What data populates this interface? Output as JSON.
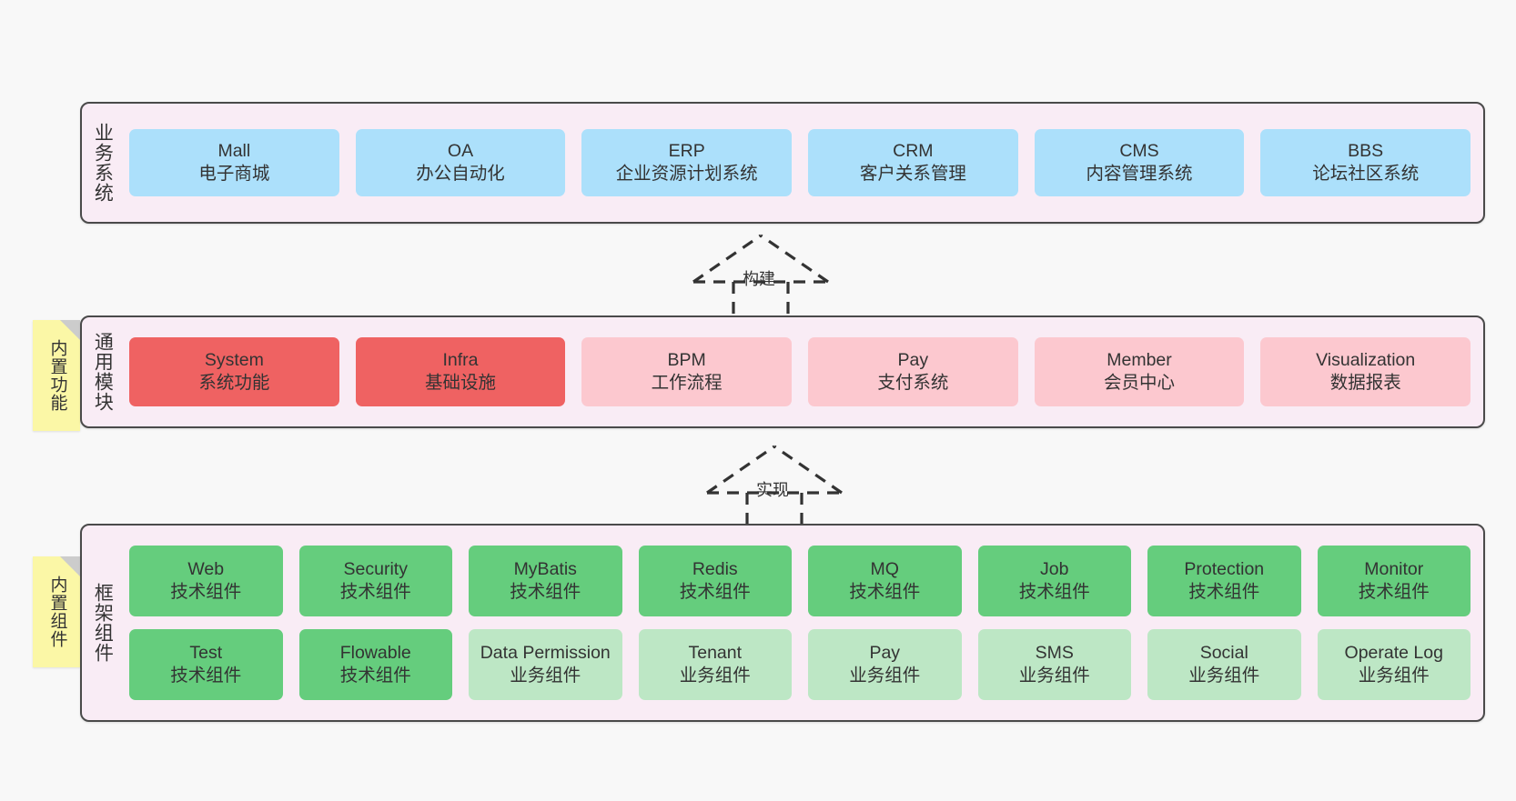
{
  "diagram": {
    "background": "#f8f8f8",
    "band_fill": "#f9ecf5",
    "band_border": "#4a4a4a",
    "note_fill": "#fbf7a6"
  },
  "notes": [
    {
      "id": "built-in-functions",
      "label": "内置功能"
    },
    {
      "id": "built-in-components",
      "label": "内置组件"
    }
  ],
  "bands": {
    "business": {
      "label": "业务系统",
      "color": "#ace0fb",
      "items": [
        {
          "name": "Mall",
          "desc": "电子商城"
        },
        {
          "name": "OA",
          "desc": "办公自动化"
        },
        {
          "name": "ERP",
          "desc": "企业资源计划系统"
        },
        {
          "name": "CRM",
          "desc": "客户关系管理"
        },
        {
          "name": "CMS",
          "desc": "内容管理系统"
        },
        {
          "name": "BBS",
          "desc": "论坛社区系统"
        }
      ]
    },
    "common": {
      "label": "通用模块",
      "color_primary": "#ef6262",
      "color_secondary": "#fcc8cf",
      "items": [
        {
          "name": "System",
          "desc": "系统功能",
          "emphasis": "primary"
        },
        {
          "name": "Infra",
          "desc": "基础设施",
          "emphasis": "primary"
        },
        {
          "name": "BPM",
          "desc": "工作流程",
          "emphasis": "secondary"
        },
        {
          "name": "Pay",
          "desc": "支付系统",
          "emphasis": "secondary"
        },
        {
          "name": "Member",
          "desc": "会员中心",
          "emphasis": "secondary"
        },
        {
          "name": "Visualization",
          "desc": "数据报表",
          "emphasis": "secondary"
        }
      ]
    },
    "framework": {
      "label": "框架组件",
      "color_tech": "#65cd7d",
      "color_biz": "#bde7c5",
      "row1": [
        {
          "name": "Web",
          "desc": "技术组件",
          "kind": "tech"
        },
        {
          "name": "Security",
          "desc": "技术组件",
          "kind": "tech"
        },
        {
          "name": "MyBatis",
          "desc": "技术组件",
          "kind": "tech"
        },
        {
          "name": "Redis",
          "desc": "技术组件",
          "kind": "tech"
        },
        {
          "name": "MQ",
          "desc": "技术组件",
          "kind": "tech"
        },
        {
          "name": "Job",
          "desc": "技术组件",
          "kind": "tech"
        },
        {
          "name": "Protection",
          "desc": "技术组件",
          "kind": "tech"
        },
        {
          "name": "Monitor",
          "desc": "技术组件",
          "kind": "tech"
        }
      ],
      "row2": [
        {
          "name": "Test",
          "desc": "技术组件",
          "kind": "tech"
        },
        {
          "name": "Flowable",
          "desc": "技术组件",
          "kind": "tech"
        },
        {
          "name": "Data Permission",
          "desc": "业务组件",
          "kind": "biz"
        },
        {
          "name": "Tenant",
          "desc": "业务组件",
          "kind": "biz"
        },
        {
          "name": "Pay",
          "desc": "业务组件",
          "kind": "biz"
        },
        {
          "name": "SMS",
          "desc": "业务组件",
          "kind": "biz"
        },
        {
          "name": "Social",
          "desc": "业务组件",
          "kind": "biz"
        },
        {
          "name": "Operate Log",
          "desc": "业务组件",
          "kind": "biz"
        }
      ]
    }
  },
  "connectors": [
    {
      "id": "build",
      "label": "构建",
      "style": "dashed-generalization"
    },
    {
      "id": "implement",
      "label": "实现",
      "style": "dashed-generalization"
    }
  ]
}
